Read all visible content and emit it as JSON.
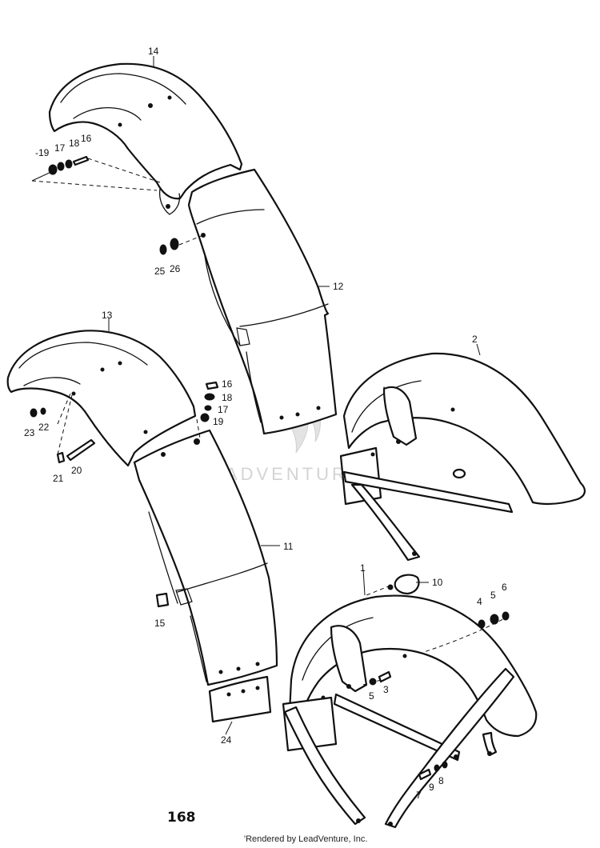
{
  "diagram": {
    "callouts": {
      "c1": "1",
      "c2": "2",
      "c3": "3",
      "c4": "4",
      "c5a": "5",
      "c5b": "5",
      "c6": "6",
      "c7": "7",
      "c8": "8",
      "c9": "9",
      "c10": "10",
      "c11": "11",
      "c12": "12",
      "c13": "13",
      "c14": "14",
      "c15": "15",
      "c16a": "16",
      "c16b": "16",
      "c17a": "17",
      "c17b": "17",
      "c18a": "18",
      "c18b": "18",
      "c19a": "-19",
      "c19b": "19",
      "c20": "20",
      "c21": "21",
      "c22": "22",
      "c23": "23",
      "c24": "24",
      "c25": "25",
      "c26": "26"
    },
    "watermark": "LEADVENTURE"
  },
  "page_number": "168",
  "footer": "'Rendered by LeadVenture, Inc."
}
